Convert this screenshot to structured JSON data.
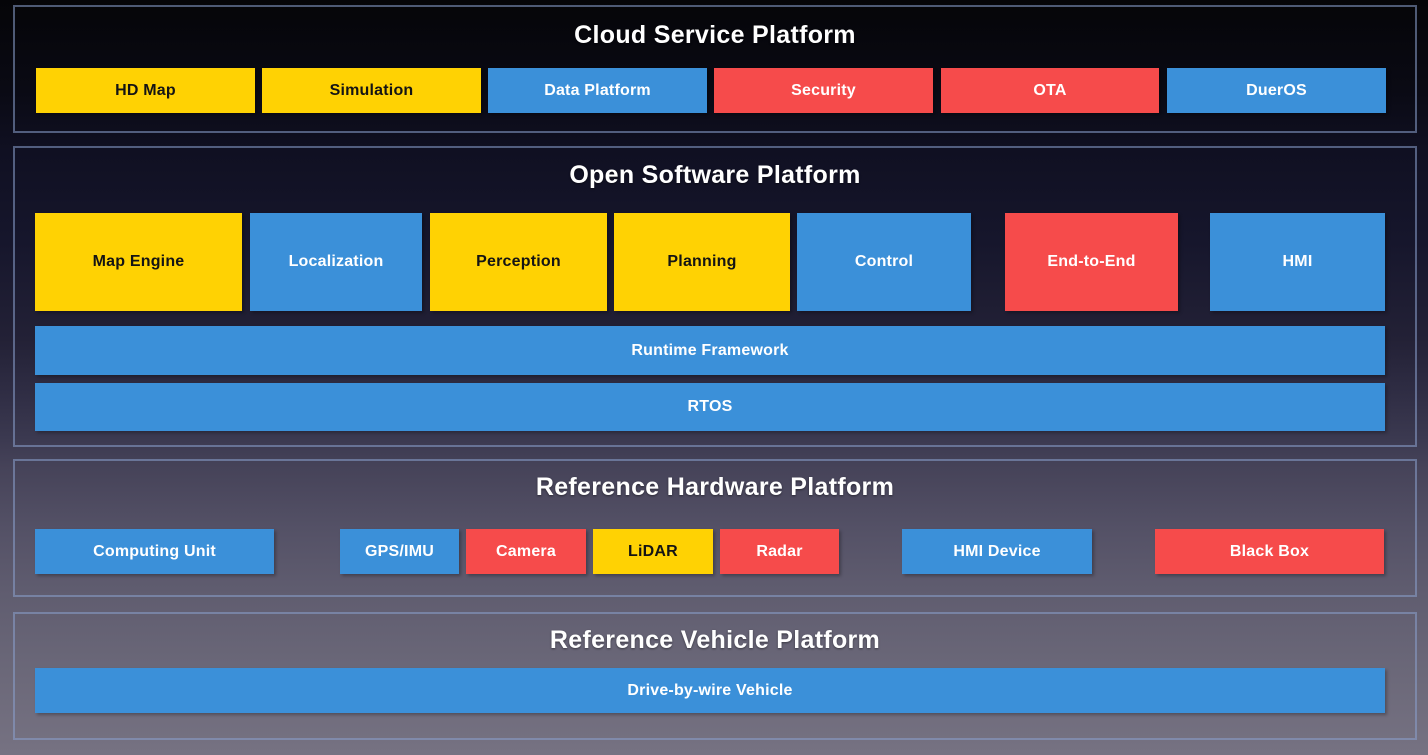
{
  "palette": {
    "yellow": "#FFD203",
    "blue": "#3B90D9",
    "red": "#F64B4B",
    "dark_text": "#141414",
    "light_text": "#FFFFFF",
    "panel_border": "#8AA0CD"
  },
  "sections": [
    {
      "title": "Cloud Service Platform",
      "boxes": [
        {
          "label": "HD Map",
          "color": "yellow"
        },
        {
          "label": "Simulation",
          "color": "yellow"
        },
        {
          "label": "Data Platform",
          "color": "blue"
        },
        {
          "label": "Security",
          "color": "red"
        },
        {
          "label": "OTA",
          "color": "red"
        },
        {
          "label": "DuerOS",
          "color": "blue"
        }
      ]
    },
    {
      "title": "Open Software Platform",
      "modules": [
        {
          "label": "Map Engine",
          "color": "yellow"
        },
        {
          "label": "Localization",
          "color": "blue"
        },
        {
          "label": "Perception",
          "color": "yellow"
        },
        {
          "label": "Planning",
          "color": "yellow"
        },
        {
          "label": "Control",
          "color": "blue"
        },
        {
          "label": "End-to-End",
          "color": "red"
        },
        {
          "label": "HMI",
          "color": "blue"
        }
      ],
      "bars": [
        {
          "label": "Runtime Framework",
          "color": "blue"
        },
        {
          "label": "RTOS",
          "color": "blue"
        }
      ]
    },
    {
      "title": "Reference Hardware Platform",
      "boxes": [
        {
          "label": "Computing Unit",
          "color": "blue"
        },
        {
          "label": "GPS/IMU",
          "color": "blue"
        },
        {
          "label": "Camera",
          "color": "red"
        },
        {
          "label": "LiDAR",
          "color": "yellow"
        },
        {
          "label": "Radar",
          "color": "red"
        },
        {
          "label": "HMI Device",
          "color": "blue"
        },
        {
          "label": "Black Box",
          "color": "red"
        }
      ]
    },
    {
      "title": "Reference Vehicle Platform",
      "bars": [
        {
          "label": "Drive-by-wire Vehicle",
          "color": "blue"
        }
      ]
    }
  ]
}
